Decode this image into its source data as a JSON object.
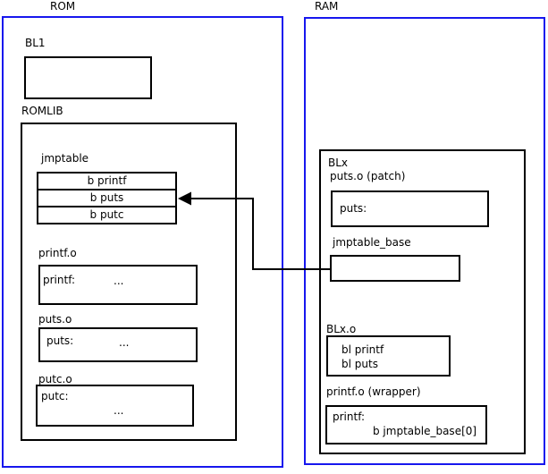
{
  "rom": {
    "title": "ROM",
    "bl1": {
      "label": "BL1"
    },
    "romlib": {
      "label": "ROMLIB",
      "jmptable": {
        "label": "jmptable",
        "entries": [
          "b printf",
          "b puts",
          "b putc"
        ]
      },
      "printf_o": {
        "label": "printf.o",
        "symbol": "printf:",
        "ellipsis": "..."
      },
      "puts_o": {
        "label": "puts.o",
        "symbol": "puts:",
        "ellipsis": "..."
      },
      "putc_o": {
        "label": "putc.o",
        "symbol": "putc:",
        "ellipsis": "..."
      }
    }
  },
  "ram": {
    "title": "RAM",
    "blx": {
      "label": "BLx",
      "puts_patch": {
        "label": "puts.o (patch)",
        "symbol": "puts:"
      },
      "jmptable_base": {
        "label": "jmptable_base"
      },
      "blx_o": {
        "label": "BLx.o",
        "lines": [
          "bl printf",
          "bl puts"
        ]
      },
      "printf_wrapper": {
        "label": "printf.o (wrapper)",
        "symbol": "printf:",
        "instruction": "b jmptable_base[0]"
      }
    }
  },
  "arrow": {
    "from": "jmptable_base",
    "to": "jmptable b puts entry"
  },
  "colors": {
    "region_border": "#1717ee",
    "box_border": "#000000",
    "background": "#ffffff"
  }
}
